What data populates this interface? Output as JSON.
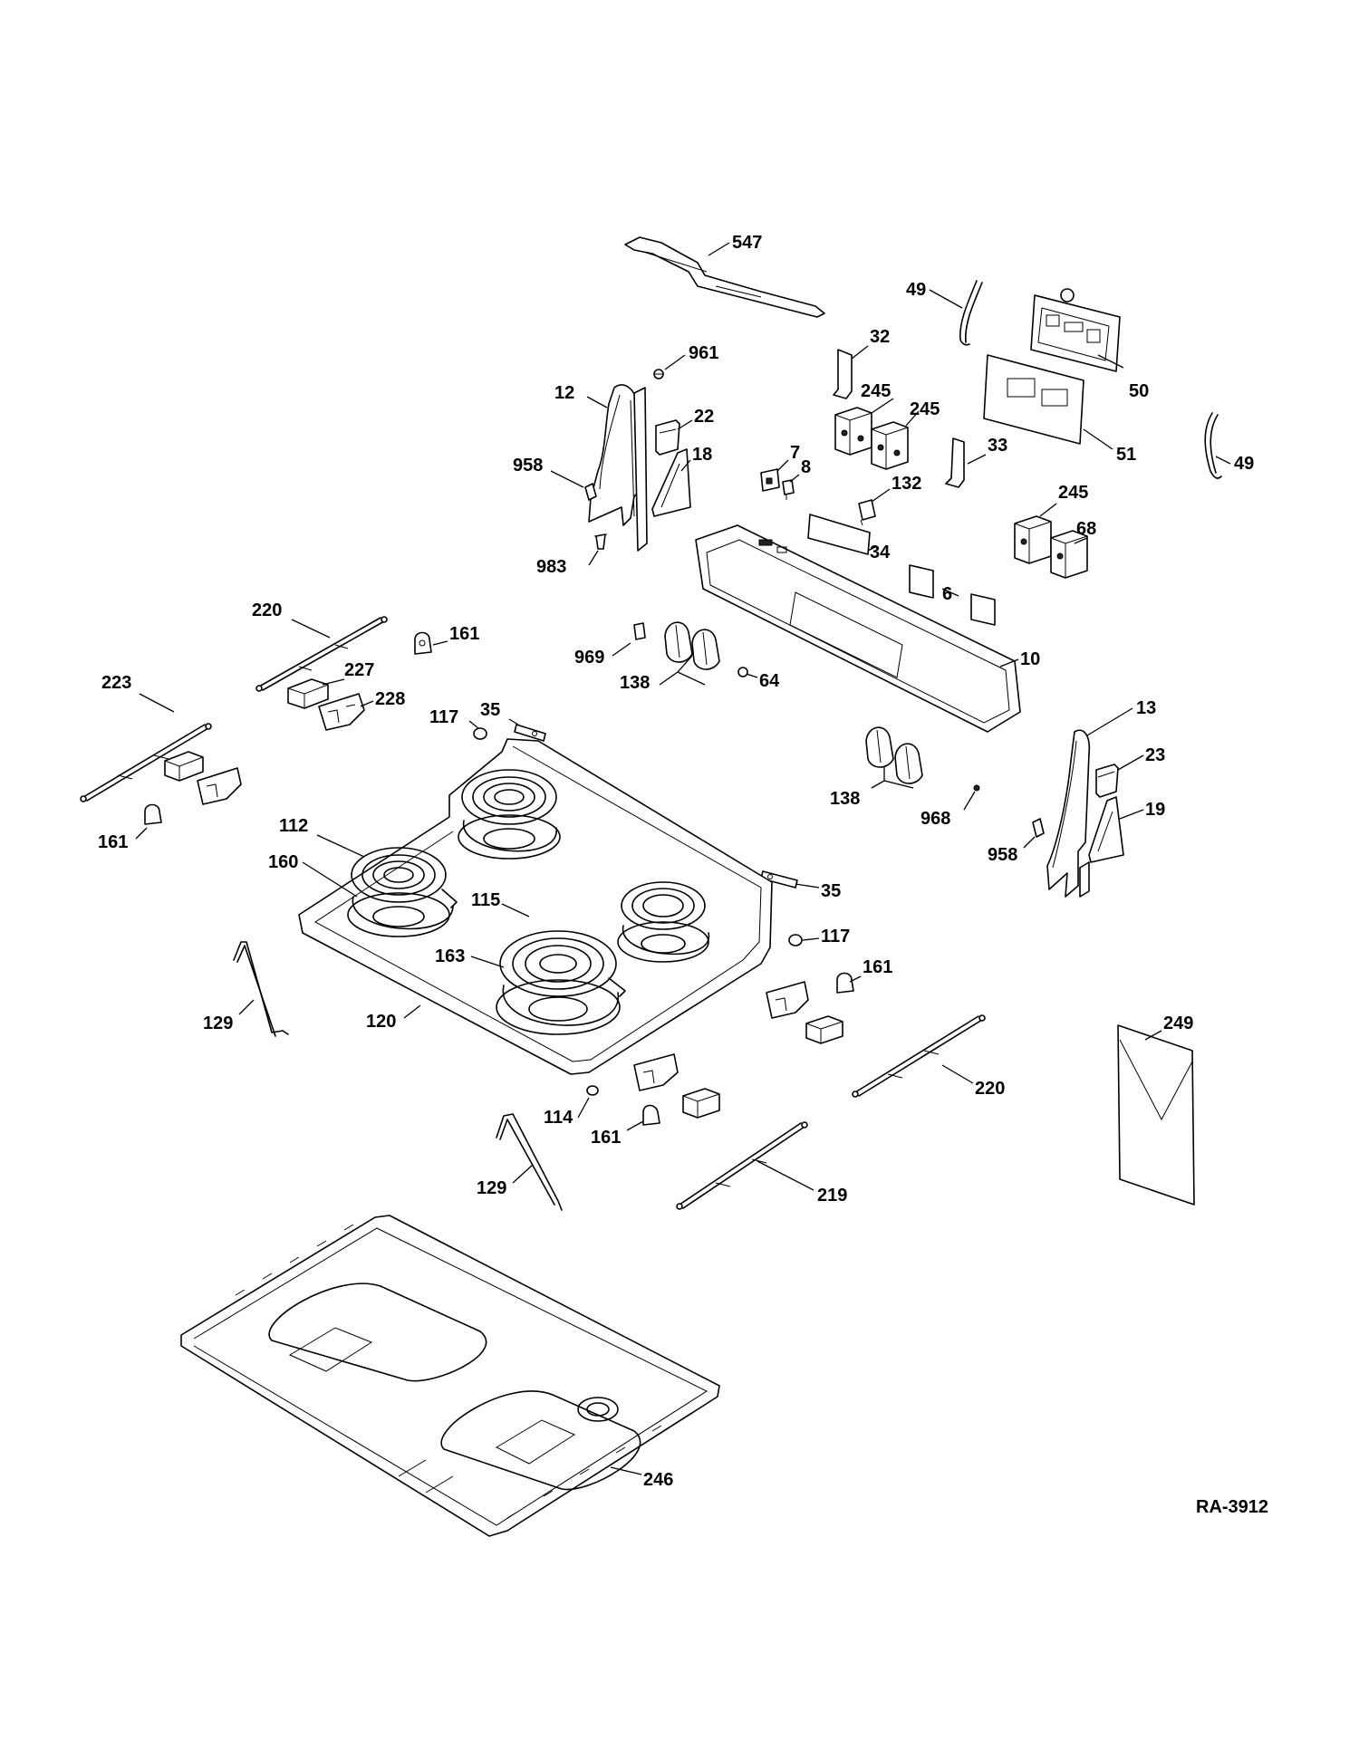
{
  "diagram_id": "RA-3912",
  "callouts": [
    {
      "id": "c-547",
      "label": "547"
    },
    {
      "id": "c-49a",
      "label": "49"
    },
    {
      "id": "c-50",
      "label": "50"
    },
    {
      "id": "c-32",
      "label": "32"
    },
    {
      "id": "c-961",
      "label": "961"
    },
    {
      "id": "c-12",
      "label": "12"
    },
    {
      "id": "c-245a",
      "label": "245"
    },
    {
      "id": "c-245b",
      "label": "245"
    },
    {
      "id": "c-22",
      "label": "22"
    },
    {
      "id": "c-51",
      "label": "51"
    },
    {
      "id": "c-49b",
      "label": "49"
    },
    {
      "id": "c-18",
      "label": "18"
    },
    {
      "id": "c-33",
      "label": "33"
    },
    {
      "id": "c-958a",
      "label": "958"
    },
    {
      "id": "c-7",
      "label": "7"
    },
    {
      "id": "c-8",
      "label": "8"
    },
    {
      "id": "c-132",
      "label": "132"
    },
    {
      "id": "c-245c",
      "label": "245"
    },
    {
      "id": "c-68",
      "label": "68"
    },
    {
      "id": "c-34",
      "label": "34"
    },
    {
      "id": "c-983",
      "label": "983"
    },
    {
      "id": "c-6",
      "label": "6"
    },
    {
      "id": "c-220a",
      "label": "220"
    },
    {
      "id": "c-161a",
      "label": "161"
    },
    {
      "id": "c-969",
      "label": "969"
    },
    {
      "id": "c-10",
      "label": "10"
    },
    {
      "id": "c-138a",
      "label": "138"
    },
    {
      "id": "c-64",
      "label": "64"
    },
    {
      "id": "c-223",
      "label": "223"
    },
    {
      "id": "c-227",
      "label": "227"
    },
    {
      "id": "c-228",
      "label": "228"
    },
    {
      "id": "c-117a",
      "label": "117"
    },
    {
      "id": "c-35a",
      "label": "35"
    },
    {
      "id": "c-13",
      "label": "13"
    },
    {
      "id": "c-23",
      "label": "23"
    },
    {
      "id": "c-138b",
      "label": "138"
    },
    {
      "id": "c-19",
      "label": "19"
    },
    {
      "id": "c-968",
      "label": "968"
    },
    {
      "id": "c-112",
      "label": "112"
    },
    {
      "id": "c-161b",
      "label": "161"
    },
    {
      "id": "c-958b",
      "label": "958"
    },
    {
      "id": "c-160",
      "label": "160"
    },
    {
      "id": "c-115",
      "label": "115"
    },
    {
      "id": "c-35b",
      "label": "35"
    },
    {
      "id": "c-117b",
      "label": "117"
    },
    {
      "id": "c-163",
      "label": "163"
    },
    {
      "id": "c-161c",
      "label": "161"
    },
    {
      "id": "c-129a",
      "label": "129"
    },
    {
      "id": "c-120",
      "label": "120"
    },
    {
      "id": "c-249",
      "label": "249"
    },
    {
      "id": "c-220b",
      "label": "220"
    },
    {
      "id": "c-114",
      "label": "114"
    },
    {
      "id": "c-161d",
      "label": "161"
    },
    {
      "id": "c-129b",
      "label": "129"
    },
    {
      "id": "c-219",
      "label": "219"
    },
    {
      "id": "c-246",
      "label": "246"
    }
  ]
}
